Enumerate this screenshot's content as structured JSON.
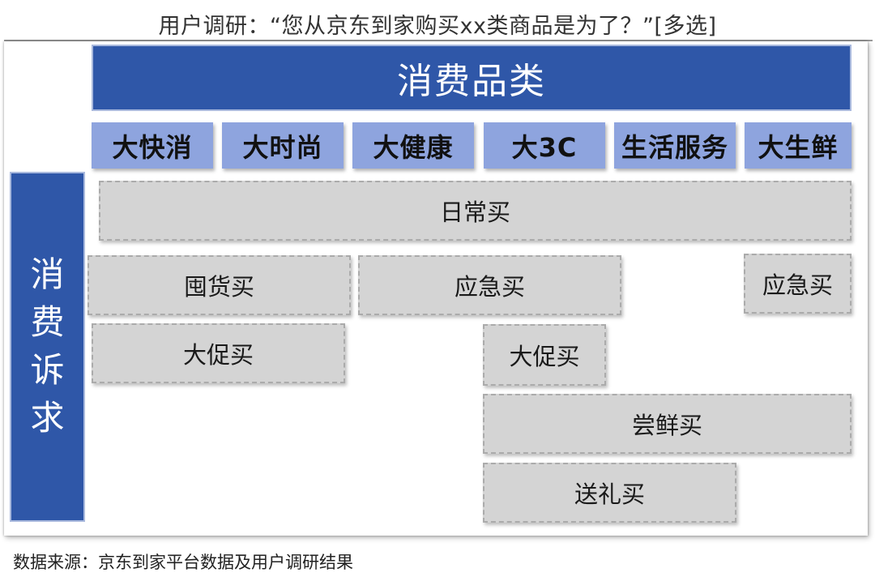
{
  "title": "用户调研：“您从京东到家购买xx类商品是为了？”[多选]",
  "header": {
    "label": "消费品类"
  },
  "sidebar": {
    "chars": [
      "消",
      "费",
      "诉",
      "求"
    ]
  },
  "categories": [
    "大快消",
    "大时尚",
    "大健康",
    "大3C",
    "生活服务",
    "大生鲜"
  ],
  "needs": {
    "daily": "日常买",
    "stockpile": "囤货买",
    "urgent_mid": "应急买",
    "urgent_right": "应急买",
    "promo_left": "大促买",
    "promo_mid": "大促买",
    "taste_fresh": "尝鲜买",
    "gift": "送礼买"
  },
  "source": "数据来源：京东到家平台数据及用户调研结果",
  "colors": {
    "primary_blue": "#2f57a8",
    "category_blue": "#8ea4de",
    "need_gray": "#d4d4d4"
  }
}
